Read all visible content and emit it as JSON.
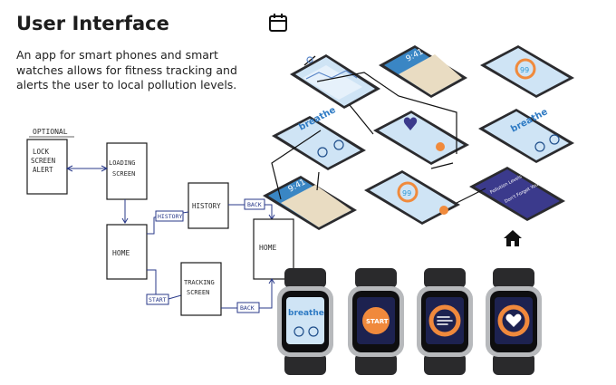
{
  "header": {
    "title": "User Interface",
    "description": "An app for smart phones and smart watches allows for fitness tracking and alerts the user to local pollution levels."
  },
  "flow": {
    "optional_label": "OPTIONAL",
    "lock_screen": [
      "LOCK",
      "SCREEN",
      "ALERT"
    ],
    "loading_screen": [
      "LOADING",
      "SCREEN"
    ],
    "home": "HOME",
    "history": "HISTORY",
    "home_right": "HOME",
    "tracking_screen": [
      "TRACKING",
      "SCREEN"
    ],
    "tag_history": "HISTORY",
    "tag_back_top": "BACK",
    "tag_start": "START",
    "tag_back_bottom": "BACK"
  },
  "mockups": {
    "time_1": "9:41",
    "time_2": "9:41",
    "breathe_1": "breathe",
    "breathe_2": "breathe",
    "aqi_1": "99",
    "aqi_2": "99",
    "alert_text": "Pollution Levels are High Today",
    "alert_sub": "Don't Forget Your Mask"
  },
  "watches": {
    "breathe": "breathe",
    "start": "START"
  },
  "icons": {
    "calendar": "calendar-icon",
    "home": "home-icon"
  }
}
